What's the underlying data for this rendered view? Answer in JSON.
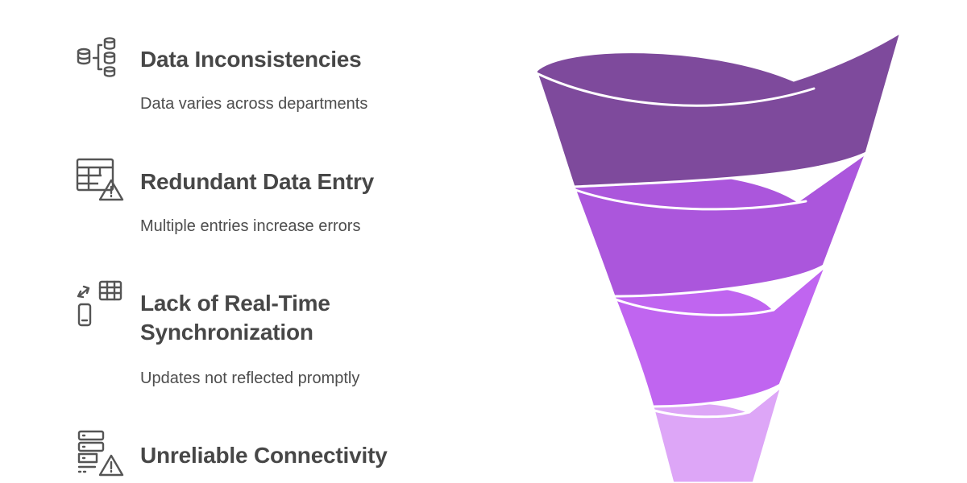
{
  "items": [
    {
      "title": "Data Inconsistencies",
      "description": "Data varies across departments",
      "icon": "database-icon"
    },
    {
      "title": "Redundant Data Entry",
      "description": "Multiple entries increase errors",
      "icon": "table-warning-icon"
    },
    {
      "title": "Lack of Real-Time Synchronization",
      "description": "Updates not reflected promptly",
      "icon": "mobile-sync-icon"
    },
    {
      "title": "Unreliable Connectivity",
      "description": "",
      "icon": "server-warning-icon"
    }
  ],
  "colors": {
    "band_1": "#7e4a9c",
    "band_2": "#ab56dc",
    "band_3": "#c065f0",
    "band_4": "#dda6f7",
    "text": "#474747"
  }
}
